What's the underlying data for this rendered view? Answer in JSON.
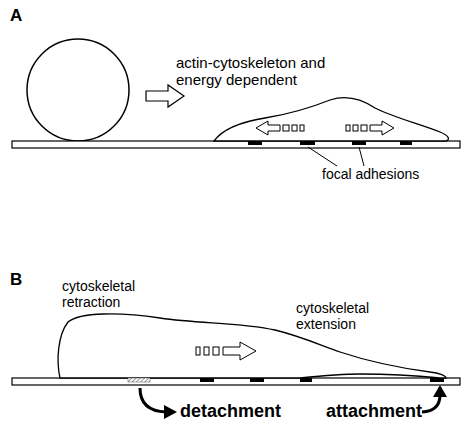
{
  "diagram": {
    "labels": [
      "A",
      "actin-cytoskeleton and energy dependent",
      "focal adhesions",
      "B",
      "cytoskeletal retraction",
      "cytoskeletal extension",
      "detachment",
      "attachment"
    ]
  }
}
